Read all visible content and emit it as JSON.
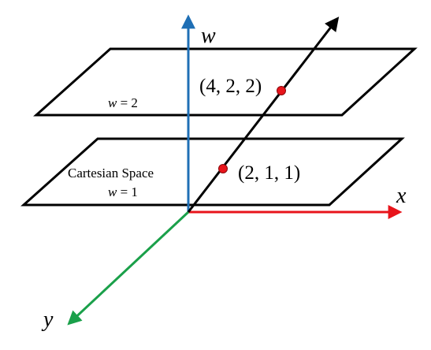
{
  "axes": {
    "w": {
      "label": "w",
      "color": "#1f6fb5"
    },
    "x": {
      "label": "x",
      "color": "#e8141b"
    },
    "y": {
      "label": "y",
      "color": "#1aa04a"
    },
    "ray_color": "#000000"
  },
  "planes": {
    "upper": {
      "label_var": "w",
      "label_rest": " = 2"
    },
    "lower": {
      "title": "Cartesian Space",
      "label_var": "w",
      "label_rest": " = 1"
    }
  },
  "points": [
    {
      "label": "(4, 2, 2)",
      "color": "#e8141b"
    },
    {
      "label": "(2, 1, 1)",
      "color": "#e8141b"
    }
  ]
}
